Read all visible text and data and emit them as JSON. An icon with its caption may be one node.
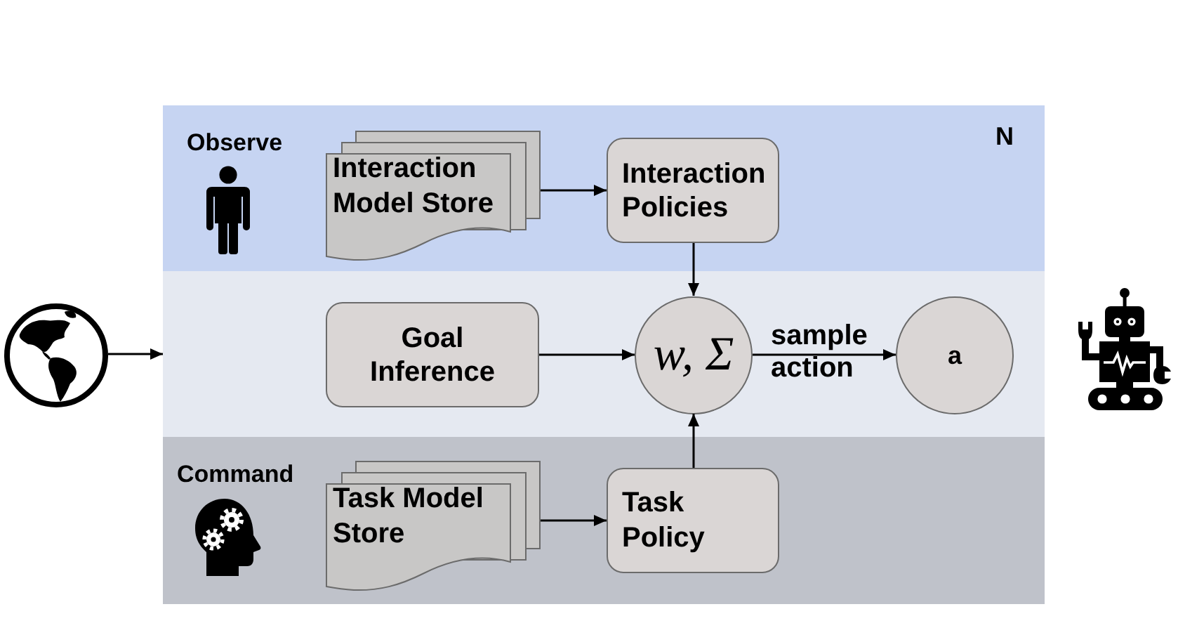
{
  "diagram": {
    "nodes": [
      {
        "text": [
          "Observe"
        ]
      },
      {
        "text": [
          "Interaction Model Store"
        ],
        "in": 0
      },
      {
        "text": [
          "Interaction Policies"
        ],
        "in": 0
      },
      {
        "text": [],
        "shape": "box"
      },
      {
        "text": [
          "Goal Inference"
        ],
        "in": 3
      },
      {
        "text": [
          "w, Σ"
        ],
        "in": 3
      },
      {
        "text": [
          "a"
        ],
        "in": 3
      },
      {
        "text": [
          "Command"
        ]
      },
      {
        "text": [
          "Task Model Store"
        ],
        "in": 7
      },
      {
        "text": [
          "Task Policy"
        ],
        "in": 7
      },
      {
        "text": [],
        "shape": "picture"
      }
    ],
    "edges": [
      {
        "from": 1,
        "to": 2,
        "arrow": "to"
      },
      {
        "from": 2,
        "to": 5,
        "arrow": "to"
      },
      {
        "from": 4,
        "to": 5,
        "arrow": "to"
      },
      {
        "from": 5,
        "to": 6,
        "arrow": "to",
        "label": "sample action"
      },
      {
        "from": 8,
        "to": 9,
        "arrow": "to"
      },
      {
        "from": 9,
        "to": 5,
        "arrow": "to"
      },
      {
        "from": 10,
        "to": 3,
        "arrow": "to"
      }
    ],
    "labels": [
      "N"
    ]
  }
}
